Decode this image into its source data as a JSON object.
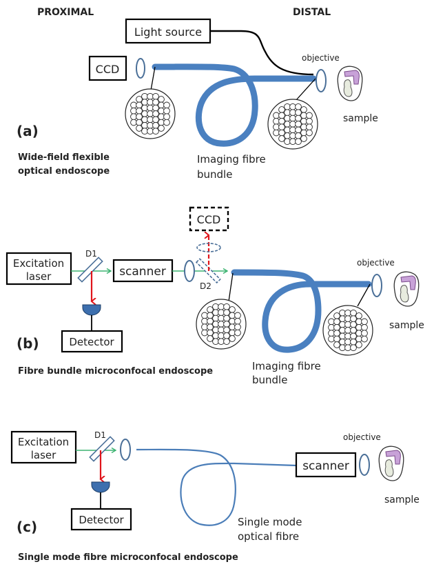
{
  "header": {
    "left": "PROXIMAL",
    "right": "DISTAL"
  },
  "colors": {
    "fibre": "#4a80c0",
    "excitation": "#3cb371",
    "emission": "#e0141a",
    "lens": "#4a6f98",
    "detector": "#3d6fae",
    "sample_stain": "#c8a2d8",
    "sample_region": "#e8ecdf"
  },
  "panel_a": {
    "label": "(a)",
    "title_line1": "Wide-field flexible",
    "title_line2": "optical endoscope",
    "light_source": "Light source",
    "ccd": "CCD",
    "objective": "objective",
    "sample": "sample",
    "fibre_line1": "Imaging fibre",
    "fibre_line2": "bundle"
  },
  "panel_b": {
    "label": "(b)",
    "title": "Fibre bundle microconfocal endoscope",
    "laser_line1": "Excitation",
    "laser_line2": "laser",
    "d1": "D1",
    "d2": "D2",
    "scanner": "scanner",
    "ccd": "CCD",
    "detector": "Detector",
    "objective": "objective",
    "sample": "sample",
    "fibre_line1": "Imaging fibre",
    "fibre_line2": "bundle"
  },
  "panel_c": {
    "label": "(c)",
    "title": "Single mode fibre microconfocal endoscope",
    "laser_line1": "Excitation",
    "laser_line2": "laser",
    "d1": "D1",
    "scanner": "scanner",
    "detector": "Detector",
    "objective": "objective",
    "sample": "sample",
    "fibre_line1": "Single mode",
    "fibre_line2": "optical fibre"
  }
}
